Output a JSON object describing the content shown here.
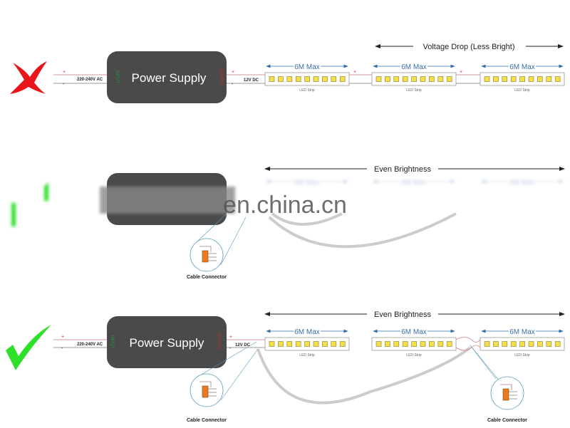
{
  "rows": [
    {
      "status": "wrong",
      "status_icon": "red-x-icon",
      "span_label": "Voltage Drop (Less Bright)",
      "psu_label": "Power Supply",
      "input_label": "INPUT",
      "output_label": "OUTPUT",
      "ac_label": "220-240V AC",
      "dc_label": "12V DC",
      "strips": [
        {
          "max_label": "6M Max",
          "strip_label": "LED Strip"
        },
        {
          "max_label": "6M Max",
          "strip_label": "LED Strip"
        },
        {
          "max_label": "6M Max",
          "strip_label": "LED Strip"
        }
      ]
    },
    {
      "status": "correct",
      "status_icon": "green-check-icon",
      "span_label": "Even Brightness",
      "strips": [
        {
          "max_label": "6M Max"
        },
        {
          "max_label": "6M Max"
        },
        {
          "max_label": "6M Max"
        }
      ],
      "connector_label": "Cable Connector"
    },
    {
      "status": "correct",
      "status_icon": "green-check-icon",
      "span_label": "Even Brightness",
      "psu_label": "Power Supply",
      "input_label": "INPUT",
      "output_label": "OUTPUT",
      "ac_label": "220-240V AC",
      "dc_label": "12V DC",
      "strips": [
        {
          "max_label": "6M Max",
          "strip_label": "LED Strip"
        },
        {
          "max_label": "6M Max",
          "strip_label": "LED Strip"
        },
        {
          "max_label": "6M Max",
          "strip_label": "LED Strip"
        }
      ],
      "connector_labels": [
        "Cable Connector",
        "Cable Connector"
      ]
    }
  ],
  "watermark": "en.china.cn",
  "colors": {
    "psu": "#4a4a4a",
    "input": "#1f9a3c",
    "output": "#c0302a",
    "wrong": "#e8151b",
    "correct": "#2ee02a",
    "arrow_blue": "#2f6da8",
    "led": "#f4e04a"
  }
}
